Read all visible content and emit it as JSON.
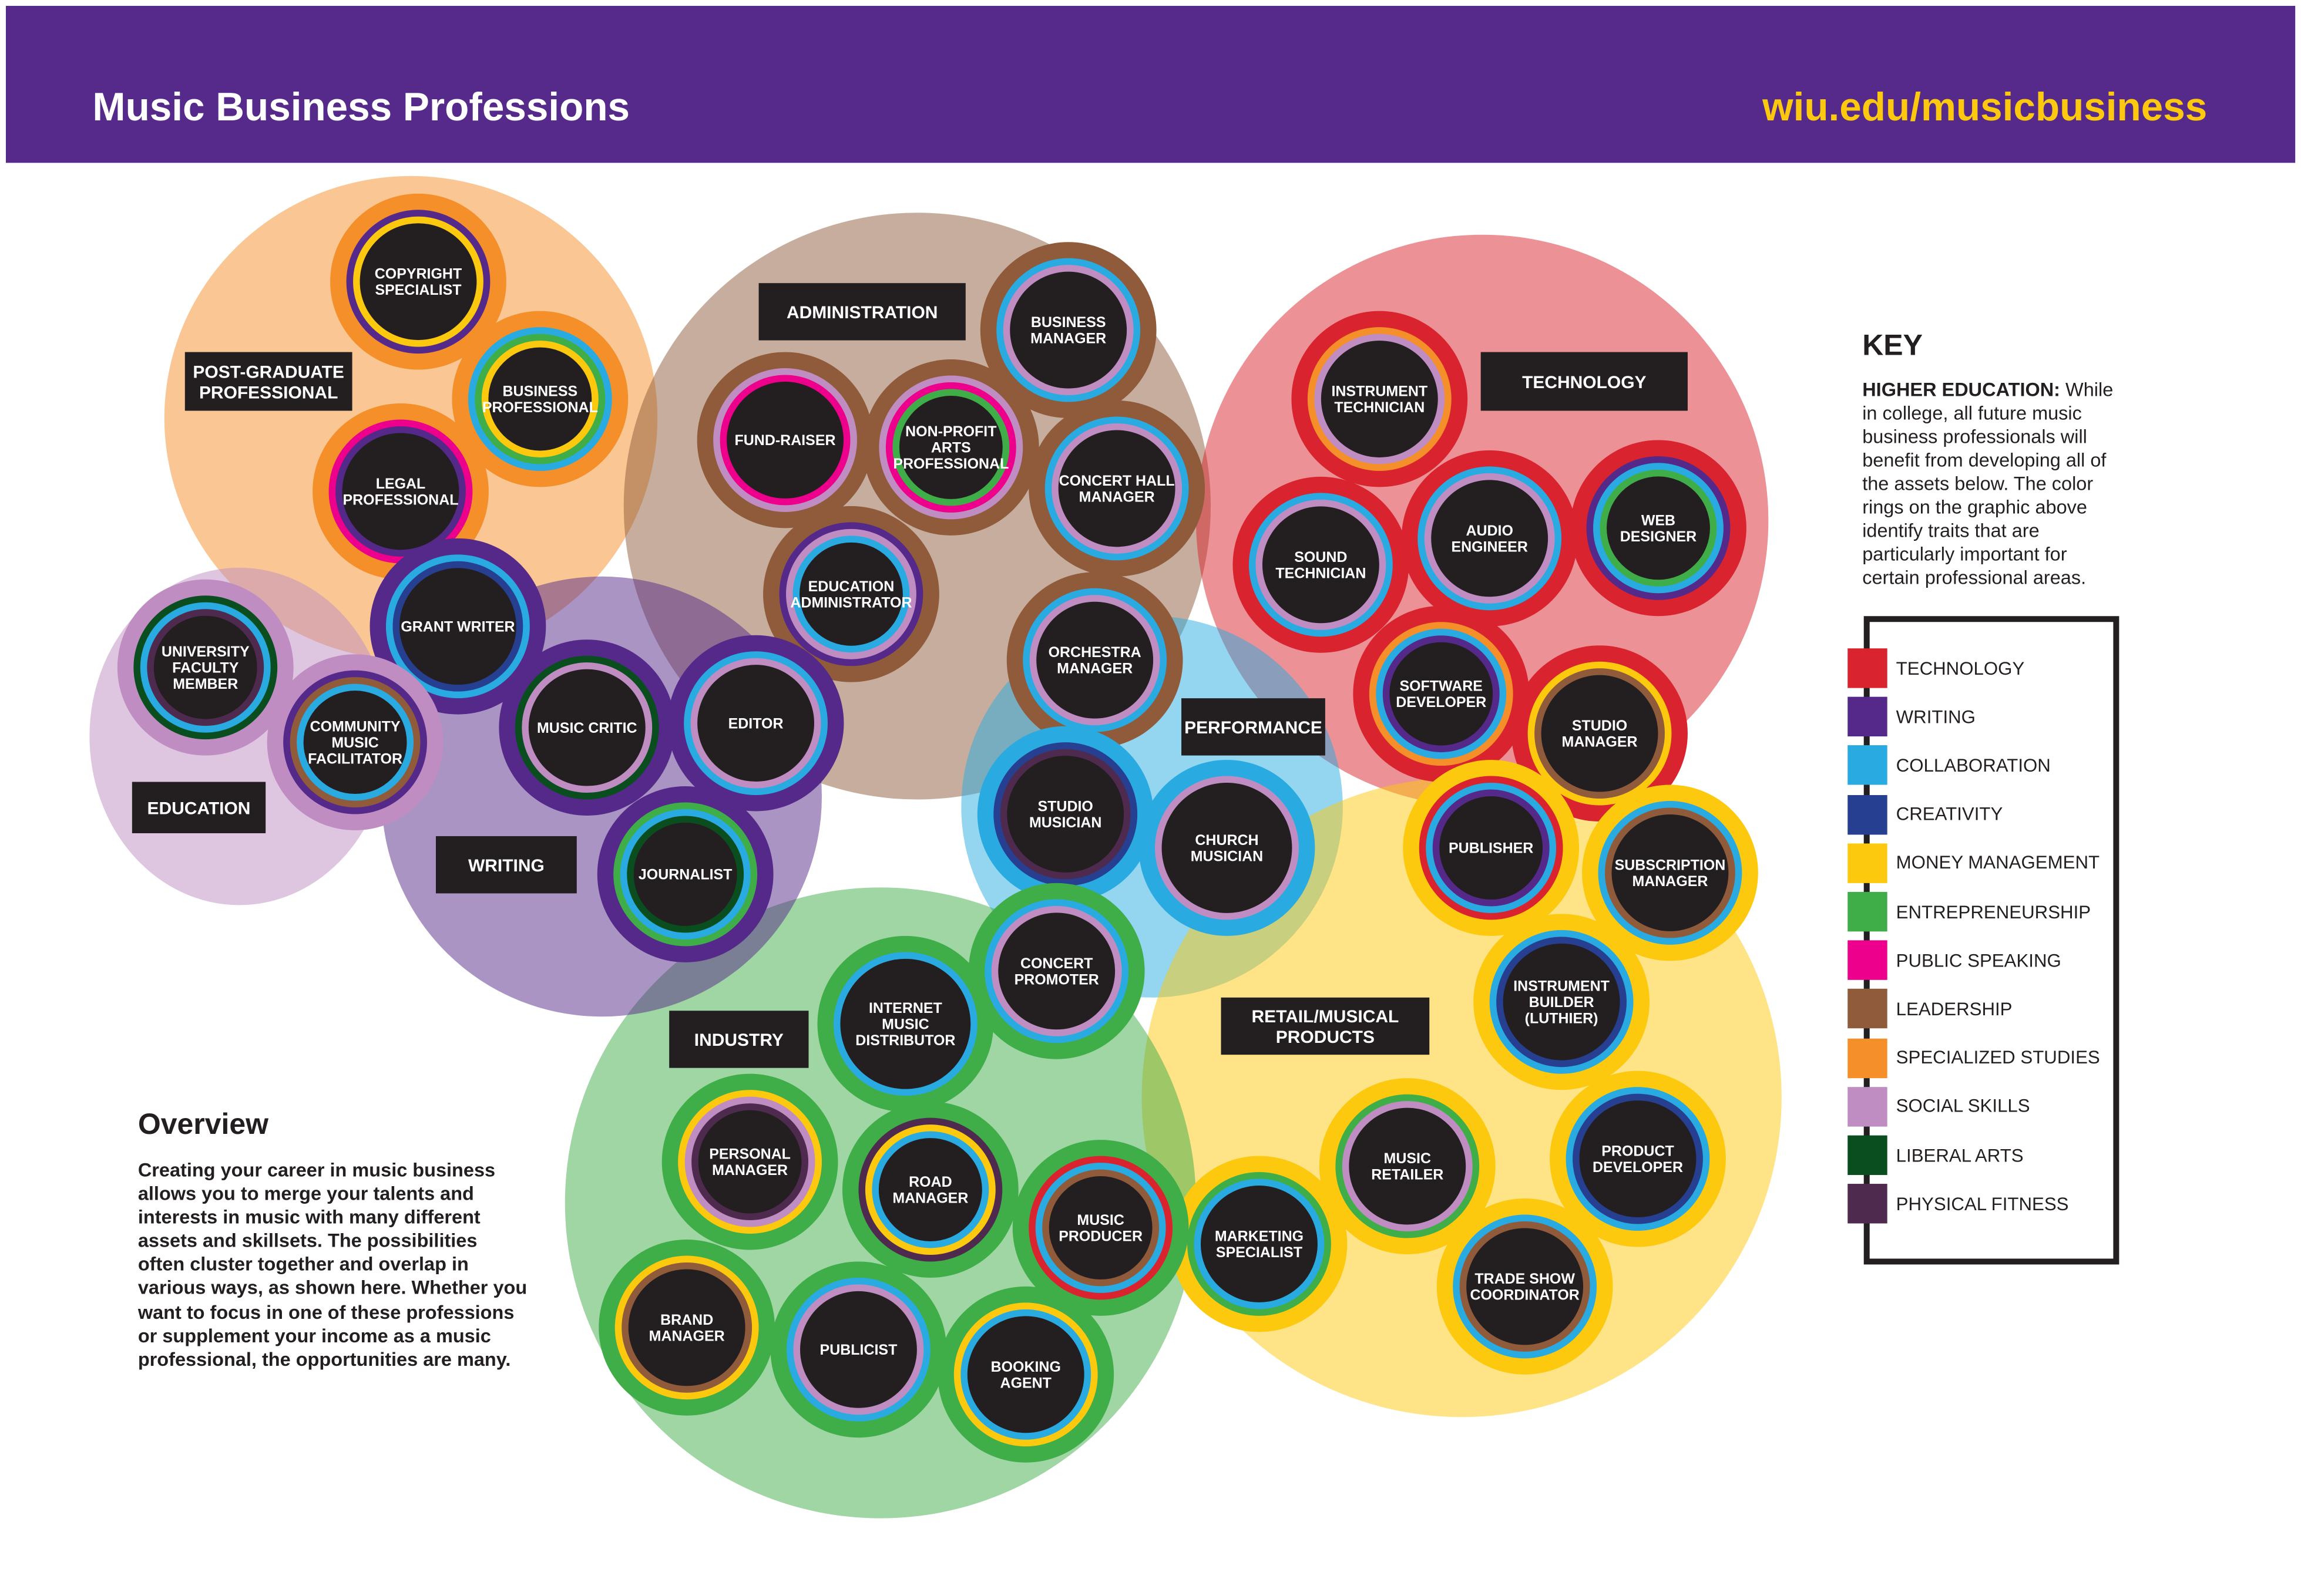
{
  "header": {
    "title": "Music Business Professions",
    "url": "wiu.edu/musicbusiness"
  },
  "colors": {
    "technology": "#d9232e",
    "writing": "#55298a",
    "collaboration": "#29abe2",
    "creativity": "#263f91",
    "money": "#fdc90e",
    "entrepreneurship": "#3fae49",
    "speaking": "#ec008c",
    "leadership": "#8f5b3b",
    "specialized": "#f58f29",
    "social": "#c08dc2",
    "liberal": "#0a4d1f",
    "fitness": "#4f2a4f",
    "core": "#231f20",
    "header": "#552a8b"
  },
  "groups": [
    {
      "id": "post-graduate-professional",
      "label": "POST-GRADUATE\nPROFESSIONAL",
      "color": "specialized"
    },
    {
      "id": "administration",
      "label": "ADMINISTRATION",
      "color": "leadership"
    },
    {
      "id": "technology",
      "label": "TECHNOLOGY",
      "color": "technology"
    },
    {
      "id": "performance",
      "label": "PERFORMANCE",
      "color": "collaboration"
    },
    {
      "id": "retail-musical-products",
      "label": "RETAIL/MUSICAL\nPRODUCTS",
      "color": "money"
    },
    {
      "id": "industry",
      "label": "INDUSTRY",
      "color": "entrepreneurship"
    },
    {
      "id": "writing",
      "label": "WRITING",
      "color": "writing"
    },
    {
      "id": "education",
      "label": "EDUCATION",
      "color": "social"
    }
  ],
  "nodes": [
    {
      "label": "COPYRIGHT\nSPECIALIST",
      "rings": [
        "specialized",
        "writing",
        "money"
      ]
    },
    {
      "label": "BUSINESS\nPROFESSIONAL",
      "rings": [
        "specialized",
        "collaboration",
        "entrepreneurship",
        "money"
      ]
    },
    {
      "label": "LEGAL\nPROFESSIONAL",
      "rings": [
        "specialized",
        "speaking",
        "writing"
      ]
    },
    {
      "label": "BUSINESS\nMANAGER",
      "rings": [
        "leadership",
        "collaboration",
        "social"
      ]
    },
    {
      "label": "FUND-RAISER",
      "rings": [
        "leadership",
        "social",
        "speaking"
      ]
    },
    {
      "label": "NON-PROFIT\nARTS\nPROFESSIONAL",
      "rings": [
        "leadership",
        "social",
        "speaking",
        "entrepreneurship"
      ]
    },
    {
      "label": "CONCERT HALL\nMANAGER",
      "rings": [
        "leadership",
        "collaboration",
        "social"
      ]
    },
    {
      "label": "EDUCATION\nADMINISTRATOR",
      "rings": [
        "leadership",
        "writing",
        "social",
        "collaboration"
      ]
    },
    {
      "label": "ORCHESTRA\nMANAGER",
      "rings": [
        "leadership",
        "collaboration",
        "social"
      ]
    },
    {
      "label": "INSTRUMENT\nTECHNICIAN",
      "rings": [
        "technology",
        "specialized",
        "social"
      ]
    },
    {
      "label": "SOUND\nTECHNICIAN",
      "rings": [
        "technology",
        "collaboration",
        "social"
      ]
    },
    {
      "label": "AUDIO\nENGINEER",
      "rings": [
        "technology",
        "collaboration",
        "social"
      ]
    },
    {
      "label": "WEB\nDESIGNER",
      "rings": [
        "technology",
        "writing",
        "collaboration",
        "entrepreneurship"
      ]
    },
    {
      "label": "SOFTWARE\nDEVELOPER",
      "rings": [
        "technology",
        "specialized",
        "collaboration",
        "writing"
      ]
    },
    {
      "label": "STUDIO\nMANAGER",
      "rings": [
        "technology",
        "money",
        "leadership"
      ]
    },
    {
      "label": "STUDIO\nMUSICIAN",
      "rings": [
        "collaboration",
        "creativity",
        "fitness"
      ]
    },
    {
      "label": "CHURCH\nMUSICIAN",
      "rings": [
        "collaboration",
        "social"
      ]
    },
    {
      "label": "PUBLISHER",
      "rings": [
        "money",
        "technology",
        "collaboration",
        "writing"
      ]
    },
    {
      "label": "SUBSCRIPTION\nMANAGER",
      "rings": [
        "money",
        "collaboration",
        "leadership"
      ]
    },
    {
      "label": "INSTRUMENT\nBUILDER\n(LUTHIER)",
      "rings": [
        "money",
        "collaboration",
        "creativity"
      ]
    },
    {
      "label": "MUSIC\nRETAILER",
      "rings": [
        "money",
        "entrepreneurship",
        "social"
      ]
    },
    {
      "label": "PRODUCT\nDEVELOPER",
      "rings": [
        "money",
        "collaboration",
        "creativity"
      ]
    },
    {
      "label": "TRADE SHOW\nCOORDINATOR",
      "rings": [
        "money",
        "collaboration",
        "leadership"
      ]
    },
    {
      "label": "MARKETING\nSPECIALIST",
      "rings": [
        "money",
        "entrepreneurship",
        "collaboration"
      ]
    },
    {
      "label": "INTERNET\nMUSIC\nDISTRIBUTOR",
      "rings": [
        "entrepreneurship",
        "collaboration"
      ]
    },
    {
      "label": "CONCERT\nPROMOTER",
      "rings": [
        "entrepreneurship",
        "collaboration",
        "social"
      ]
    },
    {
      "label": "PERSONAL\nMANAGER",
      "rings": [
        "entrepreneurship",
        "money",
        "social",
        "fitness"
      ]
    },
    {
      "label": "ROAD\nMANAGER",
      "rings": [
        "entrepreneurship",
        "fitness",
        "money",
        "collaboration"
      ]
    },
    {
      "label": "MUSIC\nPRODUCER",
      "rings": [
        "entrepreneurship",
        "technology",
        "collaboration",
        "leadership"
      ]
    },
    {
      "label": "BRAND\nMANAGER",
      "rings": [
        "entrepreneurship",
        "money",
        "leadership"
      ]
    },
    {
      "label": "PUBLICIST",
      "rings": [
        "entrepreneurship",
        "collaboration",
        "social"
      ]
    },
    {
      "label": "BOOKING\nAGENT",
      "rings": [
        "entrepreneurship",
        "money",
        "collaboration"
      ]
    },
    {
      "label": "GRANT WRITER",
      "rings": [
        "writing",
        "collaboration",
        "creativity"
      ]
    },
    {
      "label": "MUSIC CRITIC",
      "rings": [
        "writing",
        "liberal",
        "social"
      ]
    },
    {
      "label": "EDITOR",
      "rings": [
        "writing",
        "collaboration",
        "social"
      ]
    },
    {
      "label": "JOURNALIST",
      "rings": [
        "writing",
        "entrepreneurship",
        "collaboration",
        "liberal"
      ]
    },
    {
      "label": "UNIVERSITY\nFACULTY\nMEMBER",
      "rings": [
        "social",
        "liberal",
        "collaboration",
        "fitness"
      ]
    },
    {
      "label": "COMMUNITY\nMUSIC\nFACILITATOR",
      "rings": [
        "social",
        "writing",
        "leadership",
        "collaboration"
      ]
    }
  ],
  "key": {
    "title": "KEY",
    "lead": "HIGHER EDUCATION:",
    "text": "While in college, all future music business professionals will benefit from developing all of the assets below. The color rings on the graphic above identify traits that are particularly important for certain professional areas.",
    "items": [
      {
        "label": "TECHNOLOGY",
        "color": "#d9232e"
      },
      {
        "label": "WRITING",
        "color": "#55298a"
      },
      {
        "label": "COLLABORATION",
        "color": "#29abe2"
      },
      {
        "label": "CREATIVITY",
        "color": "#263f91"
      },
      {
        "label": "MONEY MANAGEMENT",
        "color": "#fdc90e"
      },
      {
        "label": "ENTREPRENEURSHIP",
        "color": "#3fae49"
      },
      {
        "label": "PUBLIC SPEAKING",
        "color": "#ec008c"
      },
      {
        "label": "LEADERSHIP",
        "color": "#8f5b3b"
      },
      {
        "label": "SPECIALIZED STUDIES",
        "color": "#f58f29"
      },
      {
        "label": "SOCIAL SKILLS",
        "color": "#c08dc2"
      },
      {
        "label": "LIBERAL ARTS",
        "color": "#0a4d1f"
      },
      {
        "label": "PHYSICAL FITNESS",
        "color": "#4f2a4f"
      }
    ]
  },
  "overview": {
    "title": "Overview",
    "text": "Creating your career in music business allows you to merge your talents and interests in music with many different assets and skillsets. The possibilities often cluster together and overlap in various ways, as shown here. Whether you want to focus in one of these professions or supplement your income as a music professional, the opportunities are many."
  }
}
